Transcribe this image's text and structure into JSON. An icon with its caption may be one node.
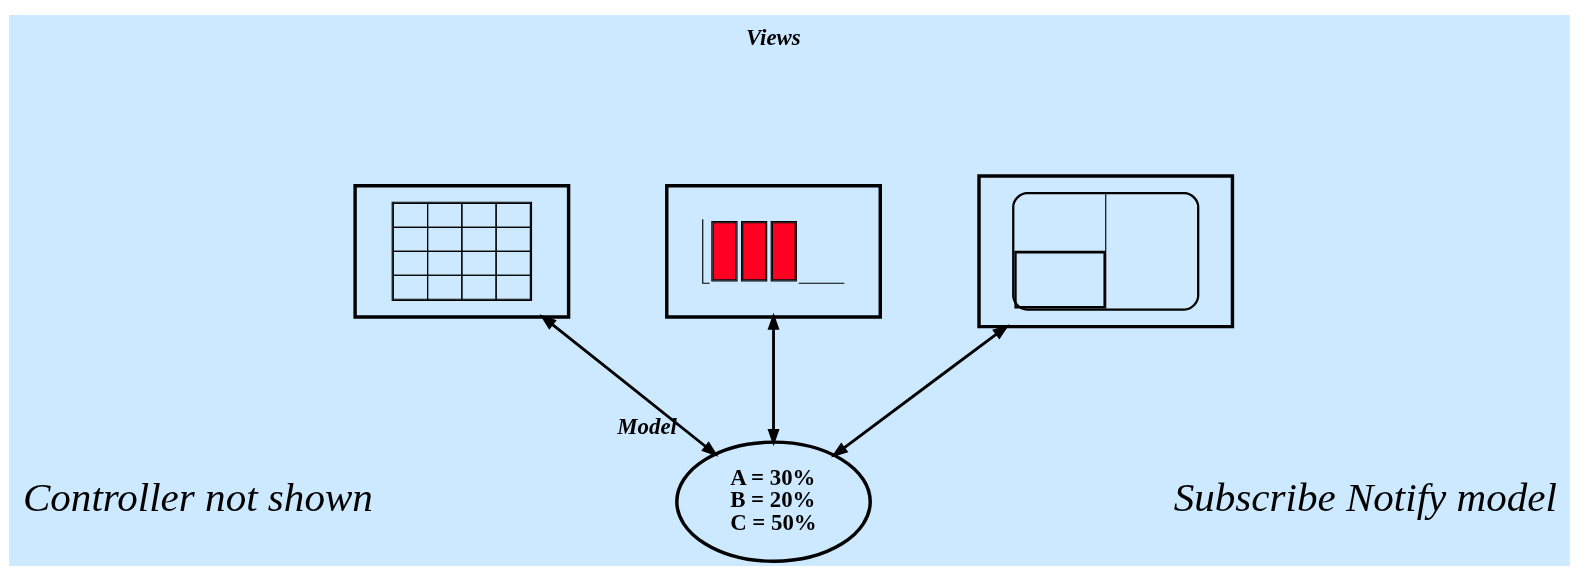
{
  "diagram": {
    "nodes": [
      {
        "text": [],
        "shape": "picture"
      },
      {
        "text": [],
        "shape": "picture"
      },
      {
        "text": [],
        "shape": "picture"
      },
      {
        "text": [
          "A = 30%",
          "B = 20%",
          "C = 50%"
        ],
        "beside": [
          "Model"
        ]
      }
    ],
    "edges": [
      {
        "from": 0,
        "to": 3,
        "arrow": "both"
      },
      {
        "from": 1,
        "to": 3,
        "arrow": "both"
      },
      {
        "from": 2,
        "to": 3,
        "arrow": "both"
      }
    ],
    "labels": [
      "Views",
      "Controller not shown",
      "Subscribe Notify model"
    ]
  }
}
